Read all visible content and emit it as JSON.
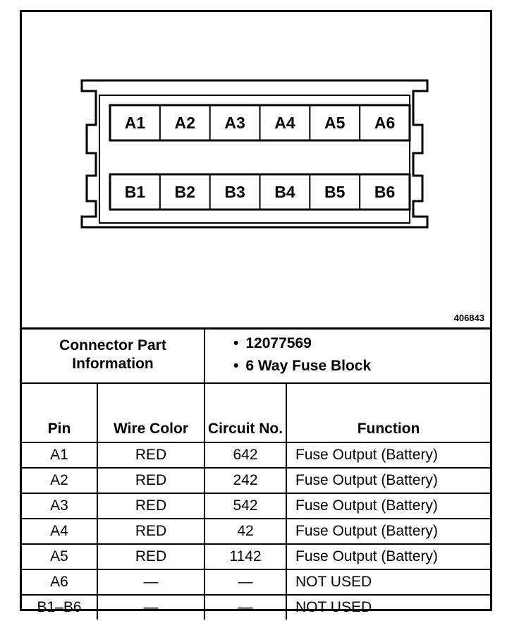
{
  "diagram": {
    "figure_number": "406843",
    "row_a": [
      "A1",
      "A2",
      "A3",
      "A4",
      "A5",
      "A6"
    ],
    "row_b": [
      "B1",
      "B2",
      "B3",
      "B4",
      "B5",
      "B6"
    ]
  },
  "connector_info": {
    "header": "Connector Part Information",
    "items": [
      "12077569",
      "6 Way Fuse Block"
    ]
  },
  "table": {
    "headers": {
      "pin": "Pin",
      "wire_color": "Wire Color",
      "circuit": "Circuit No.",
      "function": "Function"
    },
    "rows": [
      {
        "pin": "A1",
        "wire_color": "RED",
        "circuit": "642",
        "function": "Fuse Output (Battery)"
      },
      {
        "pin": "A2",
        "wire_color": "RED",
        "circuit": "242",
        "function": "Fuse Output (Battery)"
      },
      {
        "pin": "A3",
        "wire_color": "RED",
        "circuit": "542",
        "function": "Fuse Output (Battery)"
      },
      {
        "pin": "A4",
        "wire_color": "RED",
        "circuit": "42",
        "function": "Fuse Output (Battery)"
      },
      {
        "pin": "A5",
        "wire_color": "RED",
        "circuit": "1142",
        "function": "Fuse Output (Battery)"
      },
      {
        "pin": "A6",
        "wire_color": "—",
        "circuit": "—",
        "function": "NOT USED"
      },
      {
        "pin": "B1–B6",
        "wire_color": "—",
        "circuit": "—",
        "function": "NOT USED"
      }
    ]
  }
}
